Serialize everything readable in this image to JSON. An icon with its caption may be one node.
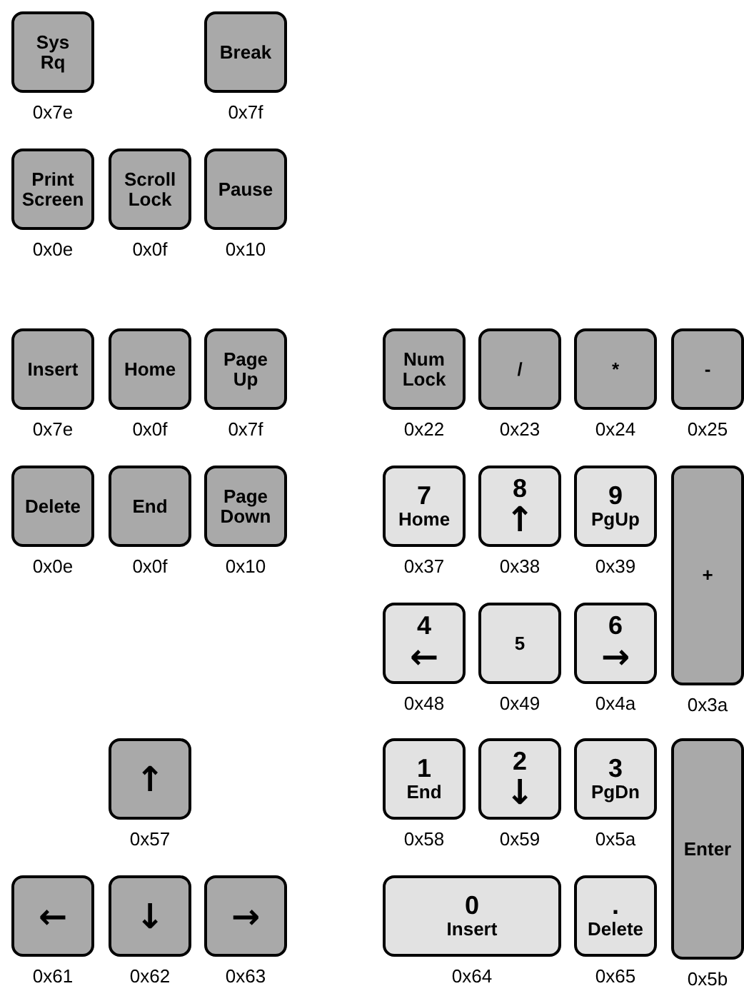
{
  "diagram": {
    "nodes": [
      {
        "text": [
          "Sys Rq"
        ],
        "beside": [
          "0x7e"
        ]
      },
      {
        "text": [
          "Break"
        ],
        "beside": [
          "0x7f"
        ]
      },
      {
        "text": [
          "Print Screen"
        ],
        "beside": [
          "0x0e"
        ]
      },
      {
        "text": [
          "Scroll Lock"
        ],
        "beside": [
          "0x0f"
        ]
      },
      {
        "text": [
          "Pause"
        ],
        "beside": [
          "0x10"
        ]
      },
      {
        "text": [
          "Insert"
        ],
        "beside": [
          "0x7e"
        ]
      },
      {
        "text": [
          "Home"
        ],
        "beside": [
          "0x0f"
        ]
      },
      {
        "text": [
          "Page Up"
        ],
        "beside": [
          "0x7f"
        ]
      },
      {
        "text": [
          "Num Lock"
        ],
        "beside": [
          "0x22"
        ]
      },
      {
        "text": [
          "/"
        ],
        "beside": [
          "0x23"
        ]
      },
      {
        "text": [
          "*"
        ],
        "beside": [
          "0x24"
        ]
      },
      {
        "text": [
          "-"
        ],
        "beside": [
          "0x25"
        ]
      },
      {
        "text": [
          "Delete"
        ],
        "beside": [
          "0x0e"
        ]
      },
      {
        "text": [
          "End"
        ],
        "beside": [
          "0x0f"
        ]
      },
      {
        "text": [
          "Page Down"
        ],
        "beside": [
          "0x10"
        ]
      },
      {
        "text": [
          "7",
          "Home"
        ],
        "beside": [
          "0x37"
        ]
      },
      {
        "text": [
          "8",
          "↑"
        ],
        "beside": [
          "0x38"
        ]
      },
      {
        "text": [
          "9",
          "PgUp"
        ],
        "beside": [
          "0x39"
        ]
      },
      {
        "text": [
          "+"
        ],
        "beside": [
          "0x3a"
        ]
      },
      {
        "text": [
          "4",
          "←"
        ],
        "beside": [
          "0x48"
        ]
      },
      {
        "text": [
          "5"
        ],
        "beside": [
          "0x49"
        ]
      },
      {
        "text": [
          "6",
          "→"
        ],
        "beside": [
          "0x4a"
        ]
      },
      {
        "text": [
          "↑"
        ],
        "beside": [
          "0x57"
        ]
      },
      {
        "text": [
          "1",
          "End"
        ],
        "beside": [
          "0x58"
        ]
      },
      {
        "text": [
          "2",
          "↓"
        ],
        "beside": [
          "0x59"
        ]
      },
      {
        "text": [
          "3",
          "PgDn"
        ],
        "beside": [
          "0x5a"
        ]
      },
      {
        "text": [
          "Enter"
        ],
        "beside": [
          "0x5b"
        ]
      },
      {
        "text": [
          "←"
        ],
        "beside": [
          "0x61"
        ]
      },
      {
        "text": [
          "↓"
        ],
        "beside": [
          "0x62"
        ]
      },
      {
        "text": [
          "→"
        ],
        "beside": [
          "0x63"
        ]
      },
      {
        "text": [
          "0",
          "Insert"
        ],
        "beside": [
          "0x64"
        ]
      },
      {
        "text": [
          ".",
          "Delete"
        ],
        "beside": [
          "0x65"
        ]
      }
    ]
  }
}
